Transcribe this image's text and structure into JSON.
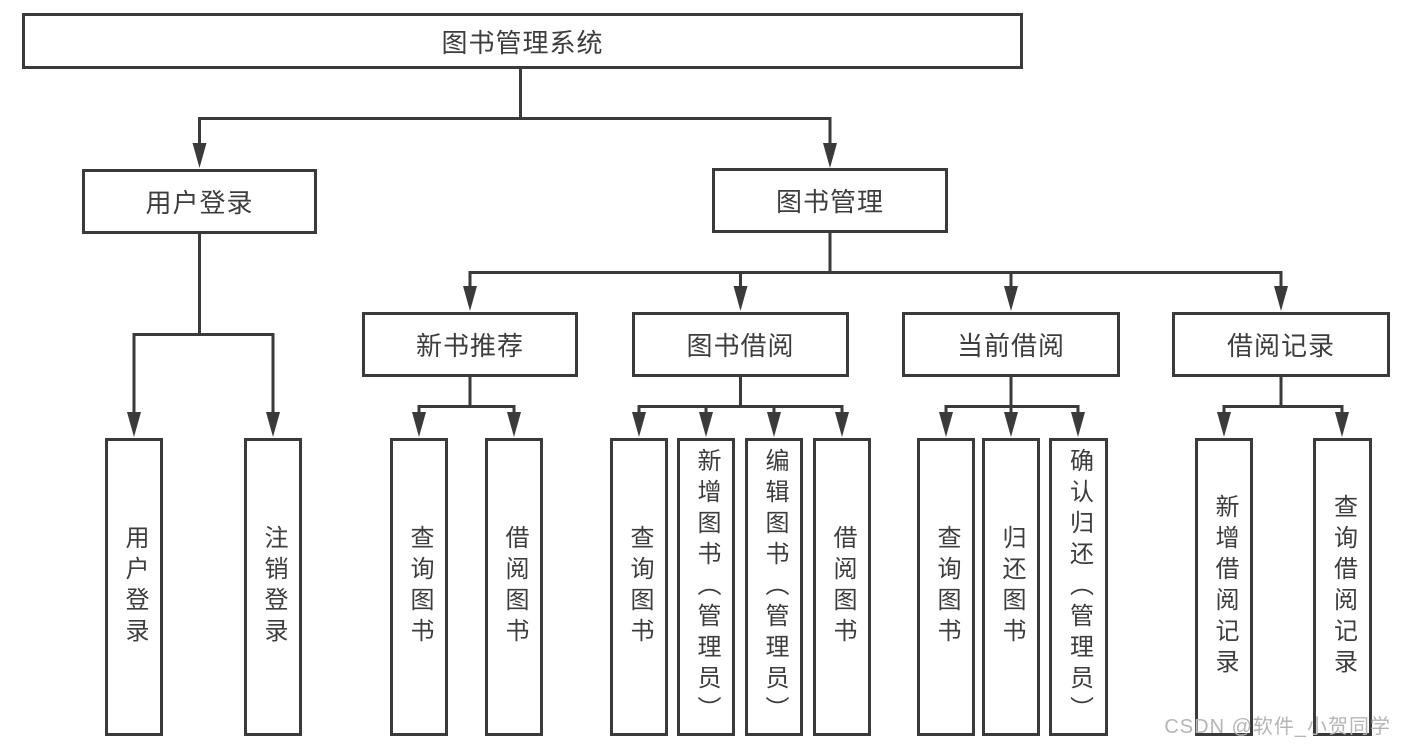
{
  "tree": {
    "label": "图书管理系统",
    "children": [
      {
        "label": "用户登录",
        "children": [
          {
            "label": "用户登录"
          },
          {
            "label": "注销登录"
          }
        ]
      },
      {
        "label": "图书管理",
        "children": [
          {
            "label": "新书推荐",
            "children": [
              {
                "label": "查询图书"
              },
              {
                "label": "借阅图书"
              }
            ]
          },
          {
            "label": "图书借阅",
            "children": [
              {
                "label": "查询图书"
              },
              {
                "label": "新增图书（管理员）"
              },
              {
                "label": "编辑图书（管理员）"
              },
              {
                "label": "借阅图书"
              }
            ]
          },
          {
            "label": "当前借阅",
            "children": [
              {
                "label": "查询图书"
              },
              {
                "label": "归还图书"
              },
              {
                "label": "确认归还（管理员）"
              }
            ]
          },
          {
            "label": "借阅记录",
            "children": [
              {
                "label": "新增借阅记录"
              },
              {
                "label": "查询借阅记录"
              }
            ]
          }
        ]
      }
    ]
  },
  "watermark": {
    "text": "CSDN @软件_小贺同学"
  },
  "colors": {
    "line": "#3a3a3a",
    "box_border": "#3a3a3a",
    "text": "#3d3d3d",
    "watermark": "#b5b5b5",
    "background": "#ffffff"
  }
}
